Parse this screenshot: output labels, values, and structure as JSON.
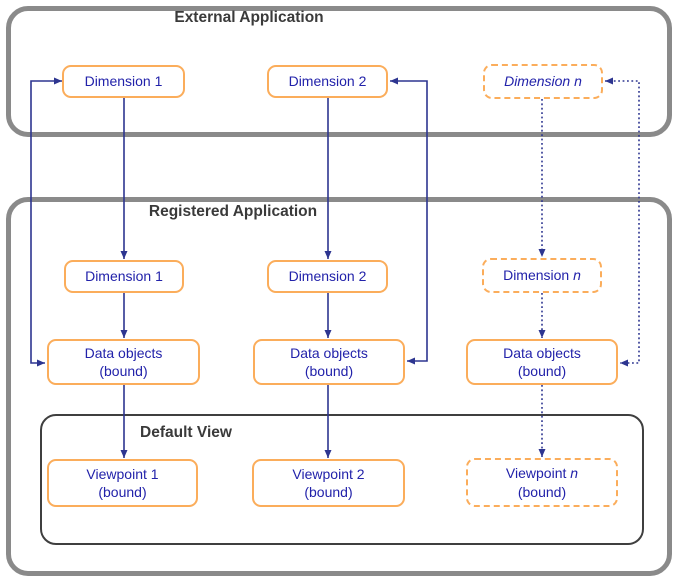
{
  "theme": {
    "background": "#ffffff",
    "container_border": "#8a8a8a",
    "inner_container_border": "#3f3f3f",
    "node_border": "#fbad5b",
    "node_text": "#2222aa",
    "connector": "#2d3590",
    "title_text": "#3a3a3a"
  },
  "external_application": {
    "title": "External Application",
    "dimension1": "Dimension 1",
    "dimension2": "Dimension 2",
    "dimension_n": "Dimension n"
  },
  "registered_application": {
    "title": "Registered Application",
    "dimension1": "Dimension 1",
    "dimension2": "Dimension 2",
    "dimension_n_prefix": "Dimension ",
    "dimension_n_suffix": "n",
    "data_objects1_line1": "Data objects",
    "data_objects1_line2": "(bound)",
    "data_objects2_line1": "Data objects",
    "data_objects2_line2": "(bound)",
    "data_objects3_line1": "Data objects",
    "data_objects3_line2": "(bound)",
    "default_view": {
      "title": "Default View",
      "viewpoint1_line1": "Viewpoint 1",
      "viewpoint1_line2": "(bound)",
      "viewpoint2_line1": "Viewpoint 2",
      "viewpoint2_line2": "(bound)",
      "viewpoint_n_prefix": "Viewpoint ",
      "viewpoint_n_suffix": "n",
      "viewpoint_n_line2": "(bound)"
    }
  }
}
